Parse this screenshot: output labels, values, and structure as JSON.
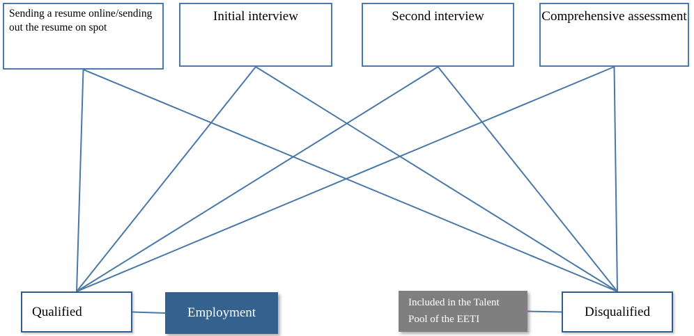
{
  "nodes": {
    "resume": {
      "label": "Sending a resume online/sending out the resume on spot"
    },
    "initial": {
      "label": "Initial interview"
    },
    "second": {
      "label": "Second interview"
    },
    "comprehensive": {
      "label": "Comprehensive assessment"
    },
    "qualified": {
      "label": "Qualified"
    },
    "employment": {
      "label": "Employment"
    },
    "talent-pool": {
      "label": "Included in the Talent Pool of the EETI"
    },
    "disqualified": {
      "label": "Disqualified"
    }
  },
  "edges": [
    {
      "from": "resume",
      "to": "qualified",
      "type": "vertical"
    },
    {
      "from": "resume",
      "to": "disqualified",
      "type": "vertical"
    },
    {
      "from": "initial",
      "to": "qualified",
      "type": "vertical"
    },
    {
      "from": "initial",
      "to": "disqualified",
      "type": "vertical"
    },
    {
      "from": "second",
      "to": "qualified",
      "type": "vertical"
    },
    {
      "from": "second",
      "to": "disqualified",
      "type": "vertical"
    },
    {
      "from": "comprehensive",
      "to": "qualified",
      "type": "vertical"
    },
    {
      "from": "comprehensive",
      "to": "disqualified",
      "type": "vertical"
    },
    {
      "from": "qualified",
      "to": "employment",
      "type": "horizontal"
    },
    {
      "from": "talent-pool",
      "to": "disqualified",
      "type": "horizontal"
    }
  ],
  "colors": {
    "top_box_border": "#4a79ad",
    "bottom_box_border": "#2f5c93",
    "connector": "#4878a8",
    "employment_fill": "#35618e",
    "talent_pool_fill": "#7f7f7f",
    "text": "#000000",
    "inverse_text": "#ffffff"
  },
  "connector_width": 2
}
